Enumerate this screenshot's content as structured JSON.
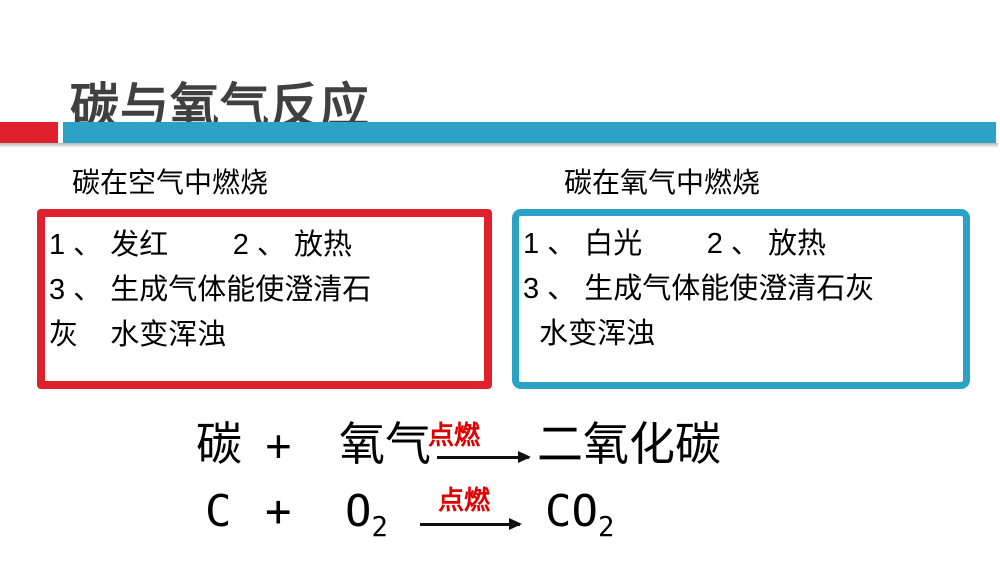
{
  "slide": {
    "title": "碳与氧气反应",
    "background_color": "#ffffff"
  },
  "divider": {
    "red_color": "#e1202e",
    "blue_color": "#2ba2c6"
  },
  "columns": [
    {
      "header": "碳在空气中燃烧",
      "accent_color": "#e1202e",
      "lines": [
        "1 、 发红        2 、 放热",
        "3 、 生成气体能使澄清石",
        "灰    水变浑浊"
      ]
    },
    {
      "header": "碳在氧气中燃烧",
      "accent_color": "#2ba2c6",
      "lines": [
        "1 、 白光        2 、 放热",
        "3 、 生成气体能使澄清石灰",
        "  水变浑浊"
      ]
    }
  ],
  "equations": {
    "word": {
      "reactant1": "碳",
      "plus": "+",
      "reactant2": "氧气",
      "condition": "点燃",
      "product": "二氧化碳"
    },
    "symbol": {
      "reactant1": "C",
      "plus": "+",
      "reactant2_main": "O",
      "reactant2_sub": "2",
      "condition": "点燃",
      "product_main": "CO",
      "product_sub": "2"
    },
    "condition_color": "#e00000"
  }
}
